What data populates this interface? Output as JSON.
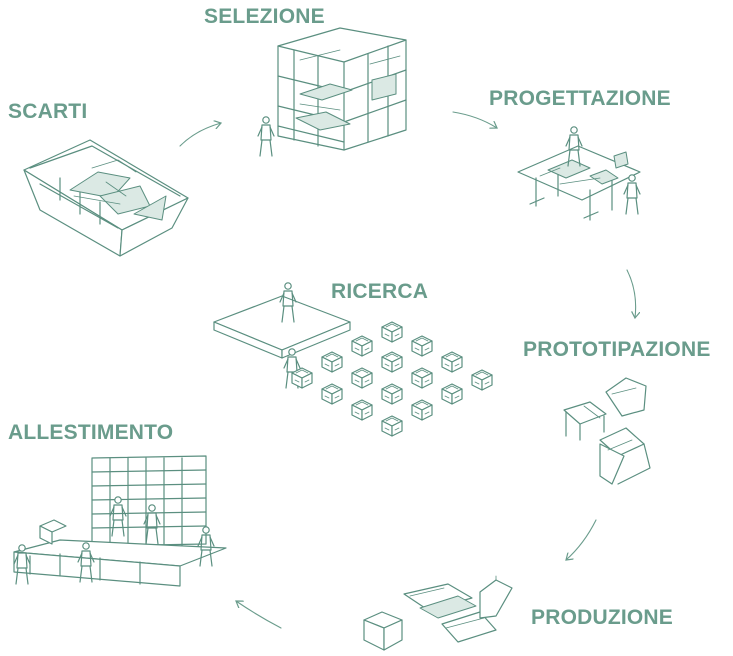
{
  "diagram": {
    "stages": [
      {
        "id": "scarti",
        "label": "SCARTI"
      },
      {
        "id": "selezione",
        "label": "SELEZIONE"
      },
      {
        "id": "progettazione",
        "label": "PROGETTAZIONE"
      },
      {
        "id": "prototipazione",
        "label": "PROTOTIPAZIONE"
      },
      {
        "id": "produzione",
        "label": "PRODUZIONE"
      },
      {
        "id": "allestimento",
        "label": "ALLESTIMENTO"
      }
    ],
    "center": {
      "id": "ricerca",
      "label": "RICERCA"
    },
    "colors": {
      "label": "#6a9c8c",
      "line": "#5b8f80",
      "fill": "#dbe9e4"
    }
  }
}
